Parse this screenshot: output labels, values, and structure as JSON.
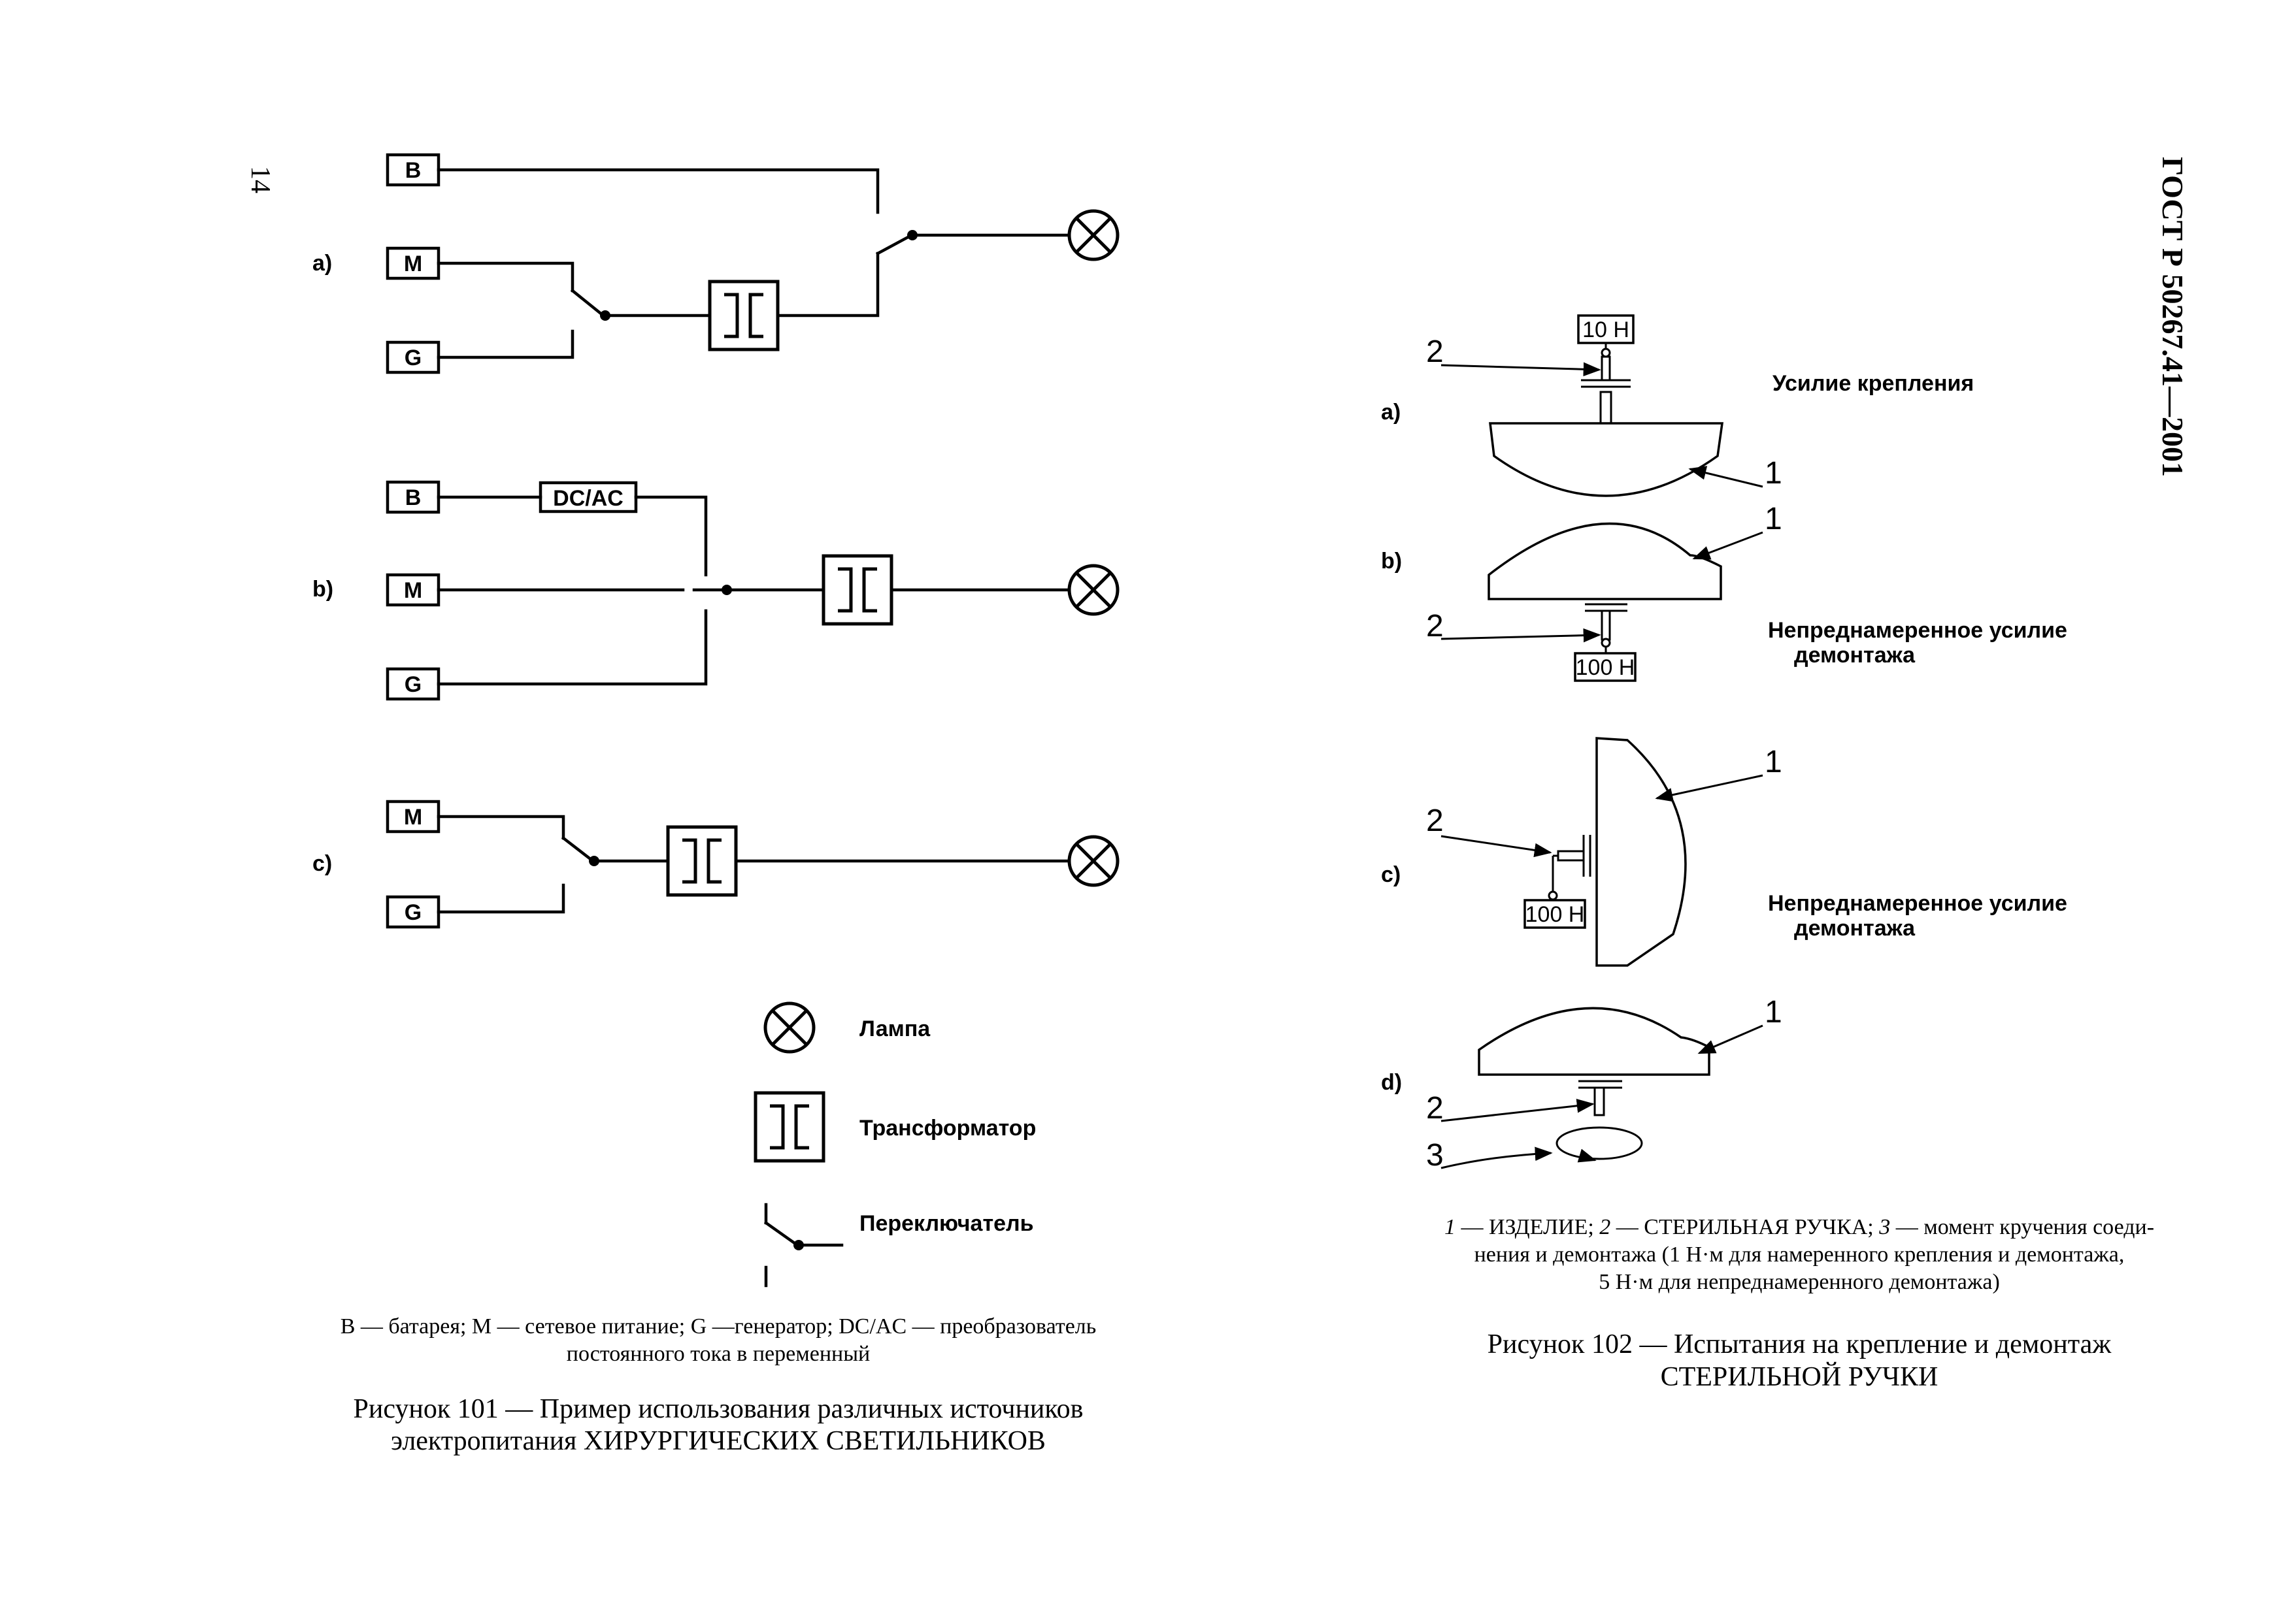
{
  "page_number": "14",
  "header": {
    "standard": "ГОСТ Р 50267.41—2001"
  },
  "fig101": {
    "source_labels": {
      "b": "B",
      "m": "M",
      "g": "G",
      "dcac": "DC/AC"
    },
    "variants": {
      "a": "a)",
      "b": "b)",
      "c": "c)"
    },
    "legend": {
      "lamp": "Лампа",
      "transformer": "Трансформатор",
      "switch": "Переключатель"
    },
    "note_line1": "B — батарея; M — сетевое питание; G —генератор; DC/AC — преобразователь",
    "note_line2": "постоянного тока в переменный",
    "caption_line1": "Рисунок 101 — Пример использования различных источников",
    "caption_line2": "электропитания ХИРУРГИЧЕСКИХ СВЕТИЛЬНИКОВ"
  },
  "fig102": {
    "variants": {
      "a": "a)",
      "b": "b)",
      "c": "c)",
      "d": "d)"
    },
    "callouts": {
      "one": "1",
      "two": "2",
      "three": "3"
    },
    "force_10": "10 Н",
    "force_100": "100 Н",
    "label_attach": "Усилие крепления",
    "label_detach_line1": "Непреднамеренное усилие",
    "label_detach_line2": "демонтажа",
    "key_line1_n1": "1",
    "key_line1_t1": " — ИЗДЕЛИЕ; ",
    "key_line1_n2": "2",
    "key_line1_t2": " — СТЕРИЛЬНАЯ РУЧКА; ",
    "key_line1_n3": "3",
    "key_line1_t3": " — момент кручения соеди-",
    "key_line2": "нения  и  демонтажа (1 Н·м  для  намеренного крепления и демонтажа,",
    "key_line3": "5 Н·м для непреднамеренного демонтажа)",
    "caption_line1": "Рисунок 102 — Испытания на крепление и демонтаж",
    "caption_line2": "СТЕРИЛЬНОЙ РУЧКИ"
  }
}
